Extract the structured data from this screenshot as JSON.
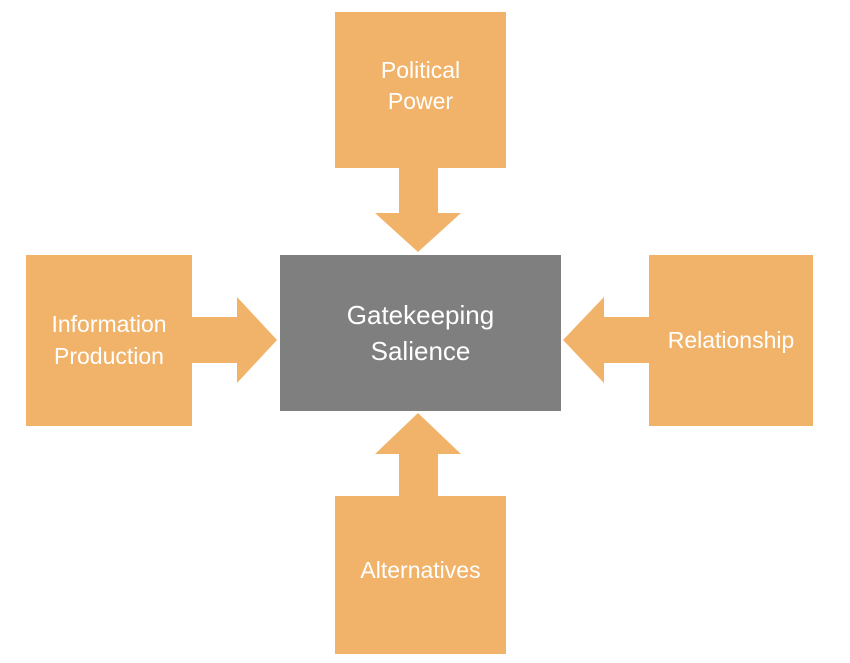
{
  "colors": {
    "factor_fill": "#F1B36A",
    "center_fill": "#7F7F7F",
    "text": "#FFFFFF"
  },
  "nodes": {
    "center": {
      "label": "Gatekeeping\nSalience"
    },
    "top": {
      "label": "Political\nPower"
    },
    "left": {
      "label": "Information\nProduction"
    },
    "right": {
      "label": "Relationship"
    },
    "bottom": {
      "label": "Alternatives"
    }
  }
}
